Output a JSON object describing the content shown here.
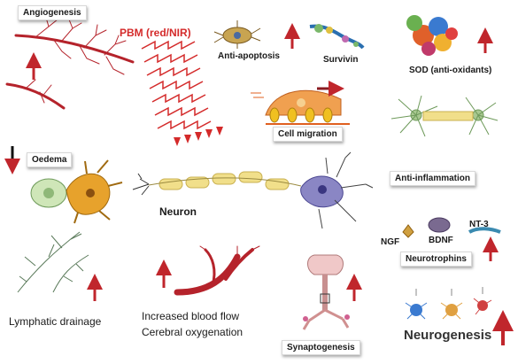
{
  "labels": {
    "angiogenesis": "Angiogenesis",
    "pbm": "PBM (red/NIR)",
    "anti_apoptosis": "Anti-apoptosis",
    "survivin": "Survivin",
    "sod": "SOD (anti-oxidants)",
    "cell_migration": "Cell migration",
    "oedema": "Oedema",
    "neuron": "Neuron",
    "anti_inflammation": "Anti-inflammation",
    "ngf": "NGF",
    "bdnf": "BDNF",
    "nt3": "NT-3",
    "neurotrophins": "Neurotrophins",
    "lymphatic_drainage": "Lymphatic drainage",
    "blood_flow_line1": "Increased blood flow",
    "blood_flow_line2": "Cerebral oxygenation",
    "synaptogenesis": "Synaptogenesis",
    "neurogenesis": "Neurogenesis"
  },
  "colors": {
    "arrow_red": "#c0262c",
    "arrow_black": "#111111",
    "vessel_red": "#b5232b",
    "pbm_red": "#d42a2a",
    "neuron_yellow": "#f1df8a",
    "neuron_body": "#8a86c4",
    "astro_orange": "#e7a22c",
    "microglia_green": "#6e9a5a"
  }
}
